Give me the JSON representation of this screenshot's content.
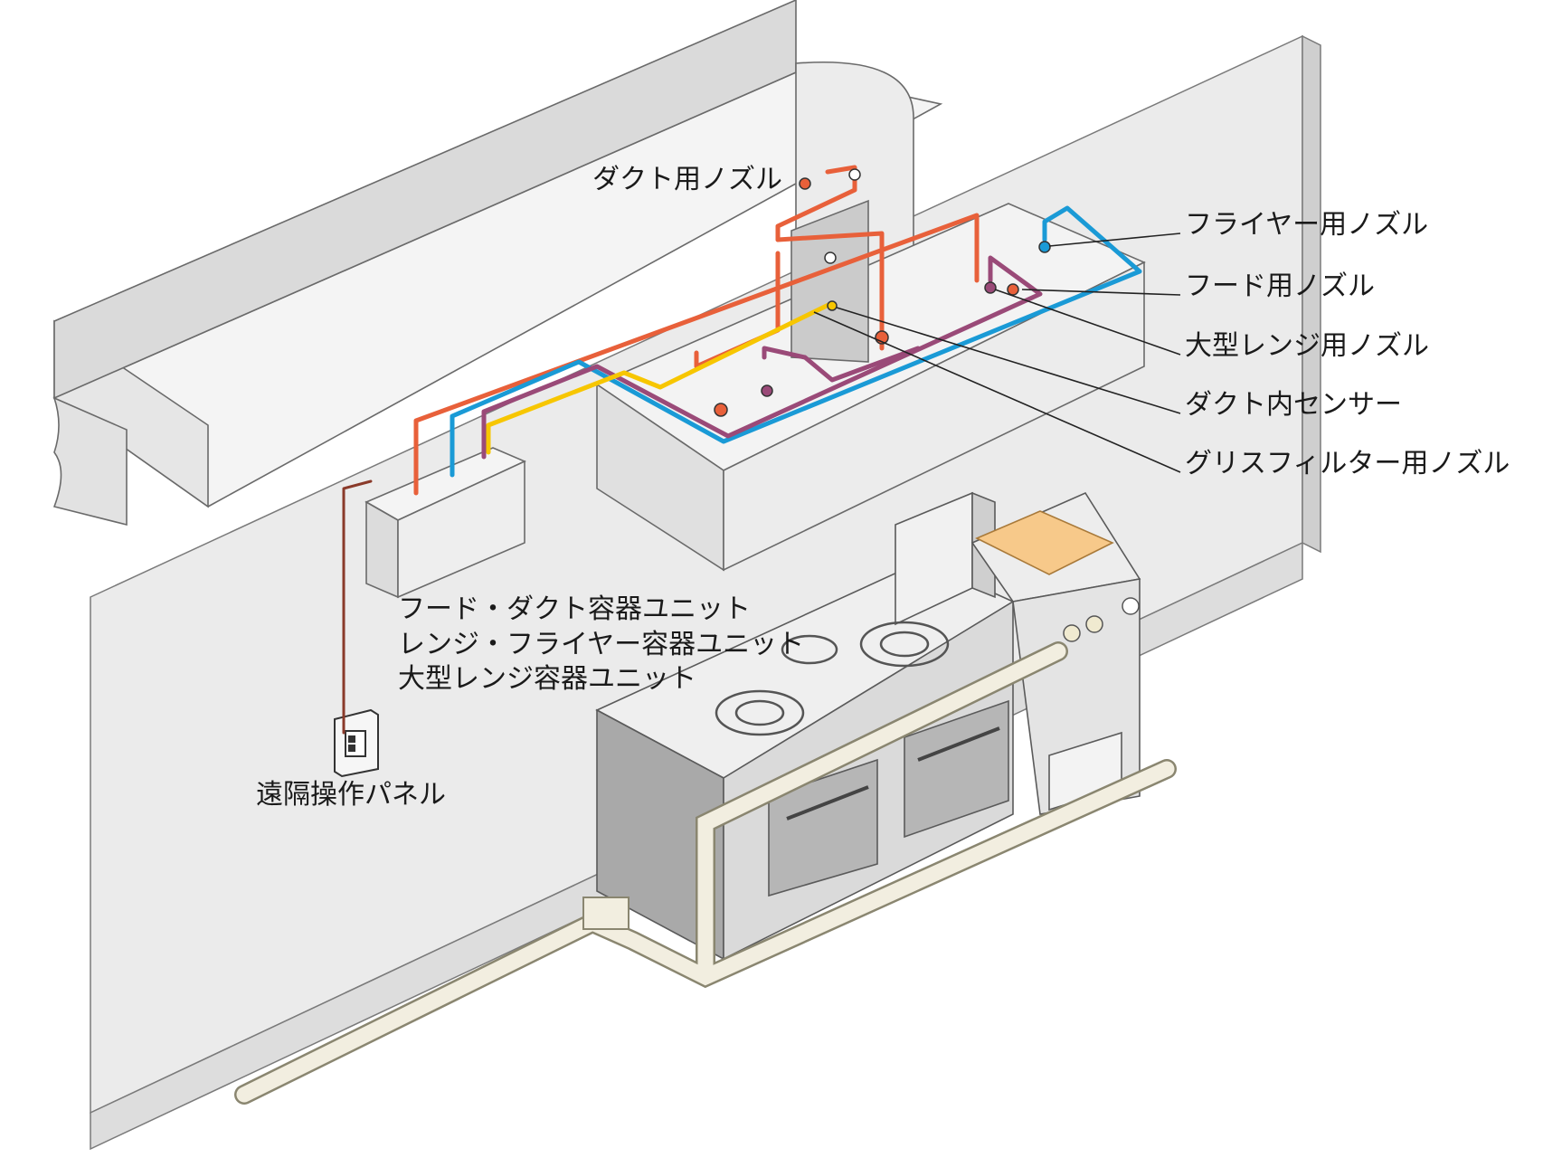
{
  "labels": {
    "duct_nozzle": "ダクト用ノズル",
    "fryer_nozzle": "フライヤー用ノズル",
    "hood_nozzle": "フード用ノズル",
    "large_range_nozzle": "大型レンジ用ノズル",
    "duct_sensor": "ダクト内センサー",
    "grease_filter_nozzle": "グリスフィルター用ノズル",
    "unit_hood_duct": "フード・ダクト容器ユニット",
    "unit_range_fryer": "レンジ・フライヤー容器ユニット",
    "unit_large_range": "大型レンジ容器ユニット",
    "remote_panel": "遠隔操作パネル"
  },
  "colors": {
    "orange": "#e8603a",
    "blue": "#1a9ad6",
    "purple": "#9a4a78",
    "yellow": "#f7c600",
    "brown": "#8a3a2a",
    "fill_light": "#efefef",
    "fill_mid": "#dcdcdc",
    "fill_dark": "#a8a8a8",
    "line": "#6a6a6a",
    "pipe": "#f2eee0",
    "oil": "#f7c98a"
  }
}
